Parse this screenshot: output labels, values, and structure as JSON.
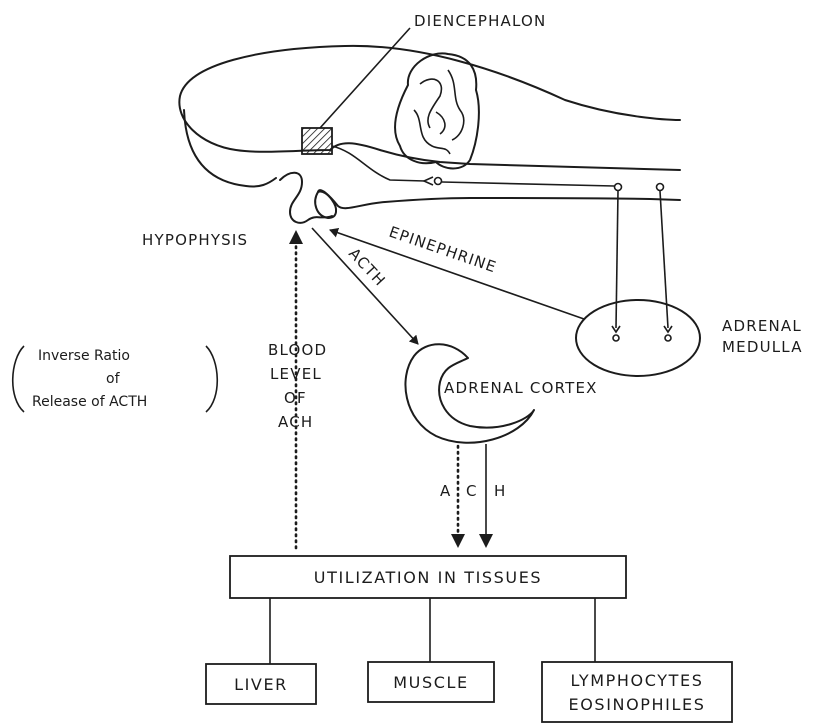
{
  "labels": {
    "diencephalon": "DIENCEPHALON",
    "hypophysis": "HYPOPHYSIS",
    "epinephrine": "EPINEPHRINE",
    "acth_arrow": "ACTH",
    "adrenal_medulla_1": "ADRENAL",
    "adrenal_medulla_2": "MEDULLA",
    "adrenal_cortex": "ADRENAL CORTEX",
    "blood_1": "BLOOD",
    "blood_2": "LEVEL",
    "blood_3": "OF",
    "blood_4": "ACH",
    "inverse_1": "Inverse Ratio",
    "inverse_2": "of",
    "inverse_3": "Release of ACTH",
    "ach_letters": [
      "A",
      "C",
      "H"
    ]
  },
  "boxes": {
    "utilization": "UTILIZATION IN TISSUES",
    "liver": "LIVER",
    "muscle": "MUSCLE",
    "lymphocytes": "LYMPHOCYTES",
    "eosinophiles": "EOSINOPHILES"
  },
  "colors": {
    "ink": "#1c1c1c",
    "paper": "#ffffff"
  }
}
